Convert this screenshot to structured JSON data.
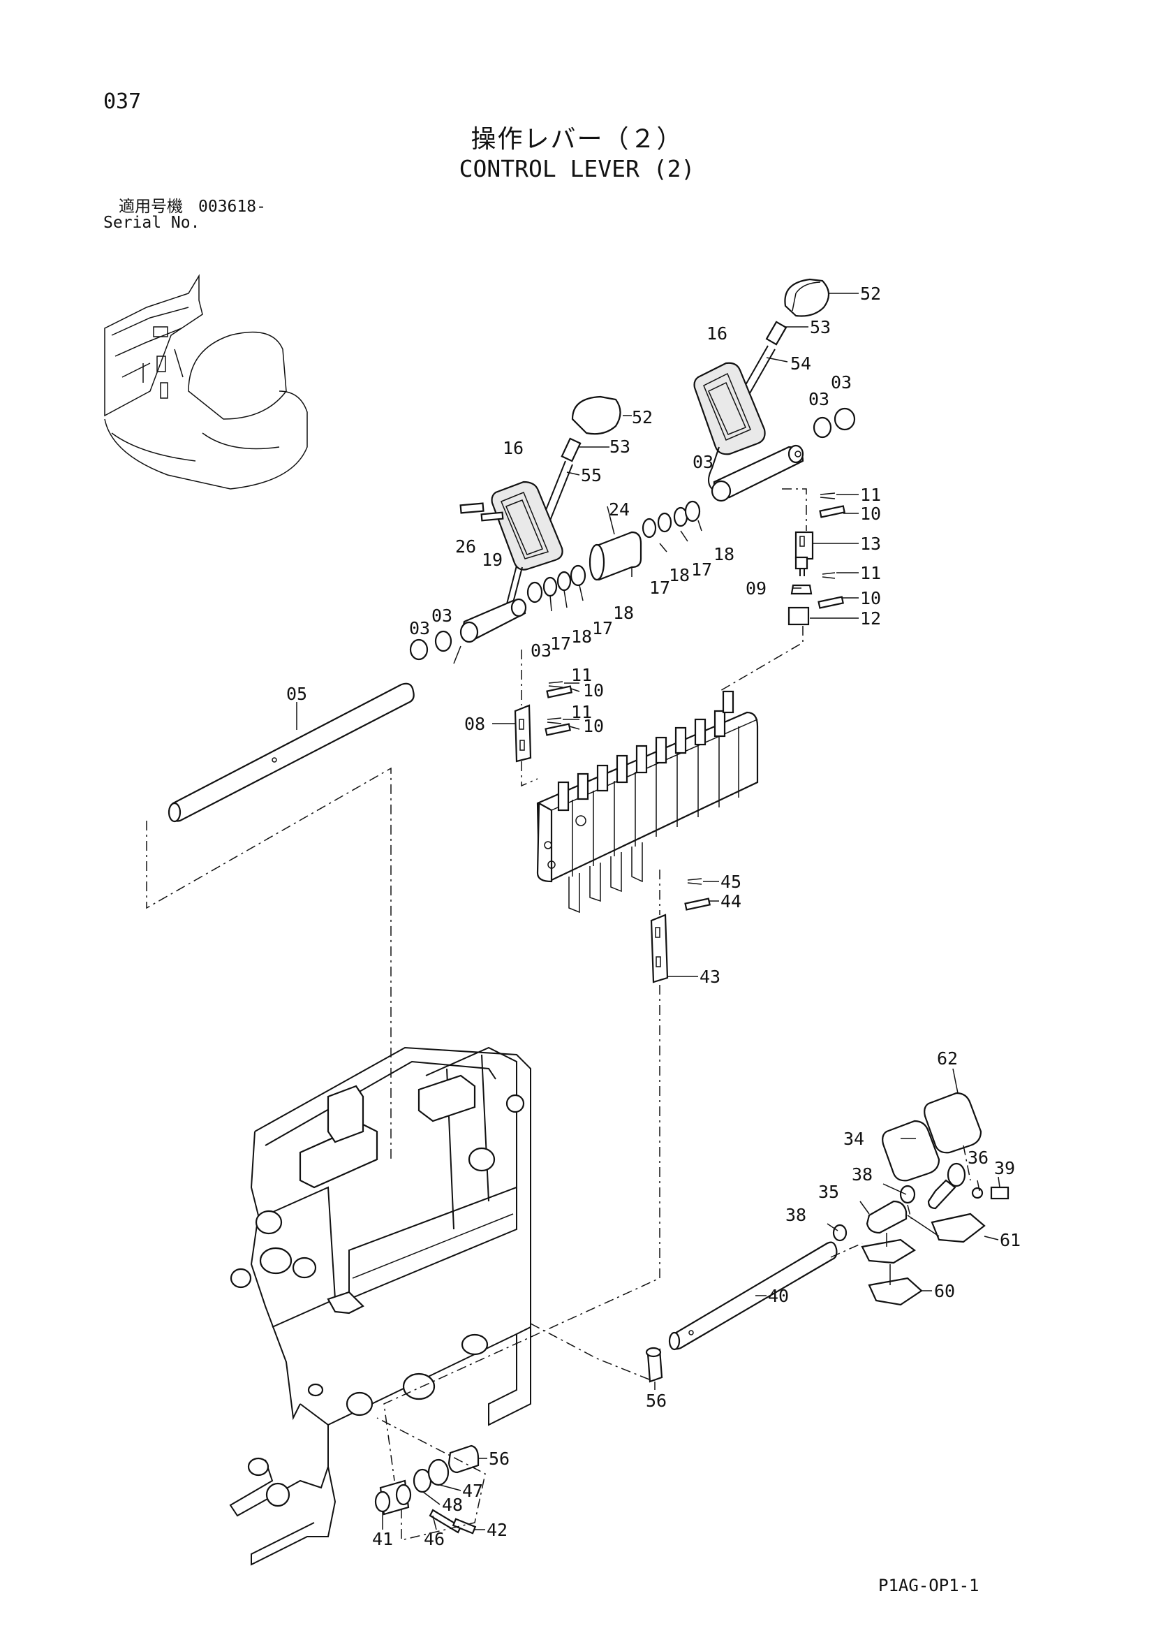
{
  "header": {
    "page_number": "037",
    "title_jp": "操作レバー（２）",
    "title_en": "CONTROL LEVER (2)",
    "serial_label_jp": "適用号機",
    "serial_code": "003618-",
    "serial_label_en": "Serial No."
  },
  "callouts": [
    {
      "id": "52a",
      "label": "52"
    },
    {
      "id": "53a",
      "label": "53"
    },
    {
      "id": "54",
      "label": "54"
    },
    {
      "id": "16a",
      "label": "16"
    },
    {
      "id": "03a",
      "label": "03"
    },
    {
      "id": "03b",
      "label": "03"
    },
    {
      "id": "52b",
      "label": "52"
    },
    {
      "id": "53b",
      "label": "53"
    },
    {
      "id": "16b",
      "label": "16"
    },
    {
      "id": "55",
      "label": "55"
    },
    {
      "id": "03c",
      "label": "03"
    },
    {
      "id": "11a",
      "label": "11"
    },
    {
      "id": "10a",
      "label": "10"
    },
    {
      "id": "24",
      "label": "24"
    },
    {
      "id": "13",
      "label": "13"
    },
    {
      "id": "26",
      "label": "26"
    },
    {
      "id": "19",
      "label": "19"
    },
    {
      "id": "17a",
      "label": "17"
    },
    {
      "id": "18a",
      "label": "18"
    },
    {
      "id": "17b",
      "label": "17"
    },
    {
      "id": "18b",
      "label": "18"
    },
    {
      "id": "11b",
      "label": "11"
    },
    {
      "id": "09",
      "label": "09"
    },
    {
      "id": "10b",
      "label": "10"
    },
    {
      "id": "18c",
      "label": "18"
    },
    {
      "id": "17c",
      "label": "17"
    },
    {
      "id": "18d",
      "label": "18"
    },
    {
      "id": "17d",
      "label": "17"
    },
    {
      "id": "12",
      "label": "12"
    },
    {
      "id": "03d",
      "label": "03"
    },
    {
      "id": "03e",
      "label": "03"
    },
    {
      "id": "03f",
      "label": "03"
    },
    {
      "id": "05",
      "label": "05"
    },
    {
      "id": "11c",
      "label": "11"
    },
    {
      "id": "10c",
      "label": "10"
    },
    {
      "id": "11d",
      "label": "11"
    },
    {
      "id": "08",
      "label": "08"
    },
    {
      "id": "10d",
      "label": "10"
    },
    {
      "id": "45",
      "label": "45"
    },
    {
      "id": "44",
      "label": "44"
    },
    {
      "id": "43",
      "label": "43"
    },
    {
      "id": "62",
      "label": "62"
    },
    {
      "id": "34",
      "label": "34"
    },
    {
      "id": "36",
      "label": "36"
    },
    {
      "id": "39",
      "label": "39"
    },
    {
      "id": "38a",
      "label": "38"
    },
    {
      "id": "35",
      "label": "35"
    },
    {
      "id": "38b",
      "label": "38"
    },
    {
      "id": "61",
      "label": "61"
    },
    {
      "id": "60",
      "label": "60"
    },
    {
      "id": "40",
      "label": "40"
    },
    {
      "id": "56a",
      "label": "56"
    },
    {
      "id": "56b",
      "label": "56"
    },
    {
      "id": "47",
      "label": "47"
    },
    {
      "id": "48",
      "label": "48"
    },
    {
      "id": "42",
      "label": "42"
    },
    {
      "id": "41",
      "label": "41"
    },
    {
      "id": "46",
      "label": "46"
    }
  ],
  "footer": {
    "doc_code": "P1AG-OP1-1"
  }
}
